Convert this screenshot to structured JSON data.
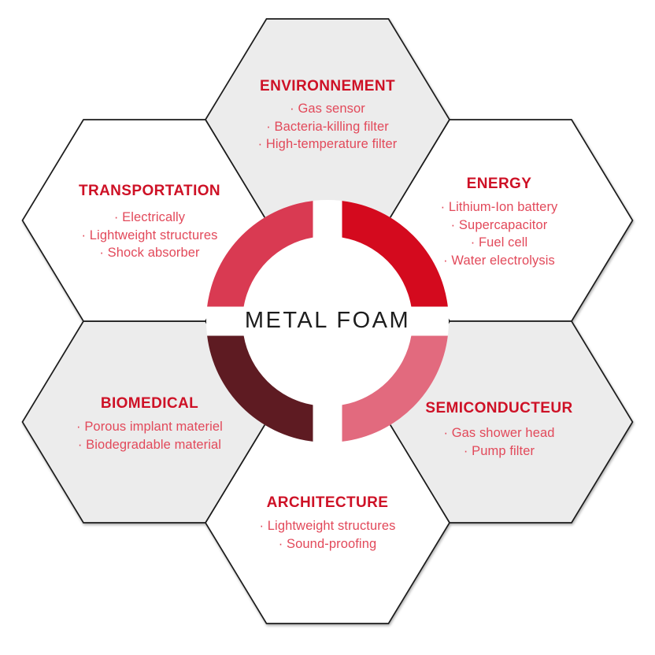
{
  "diagram_title": "Metal foam applications hex diagram",
  "center": {
    "label": "METAL FOAM",
    "text_color": "#1d1d1d"
  },
  "colors": {
    "title_red": "#ce1126",
    "item_red": "#e2495a",
    "hex_fill_gray": "#ececec",
    "hex_fill_plain": "#ffffff",
    "hex_stroke": "#1c1c1c"
  },
  "ring": {
    "segments": [
      {
        "name": "top-left",
        "color": "#d93a52"
      },
      {
        "name": "top-right",
        "color": "#d40a1e"
      },
      {
        "name": "bottom-right",
        "color": "#e26a7e"
      },
      {
        "name": "bottom-left",
        "color": "#5e1b22"
      }
    ],
    "gap_color": "#ffffff"
  },
  "sections": [
    {
      "id": "environnement",
      "title": "ENVIRONNEMENT",
      "items": [
        "· Gas sensor",
        "· Bacteria-killing filter",
        "· High-temperature filter"
      ]
    },
    {
      "id": "energy",
      "title": "ENERGY",
      "items": [
        "· Lithium-Ion battery",
        "· Supercapacitor",
        "· Fuel cell",
        "· Water electrolysis"
      ]
    },
    {
      "id": "semiconducteur",
      "title": "SEMICONDUCTEUR",
      "items": [
        "· Gas shower head",
        "· Pump filter"
      ]
    },
    {
      "id": "architecture",
      "title": "ARCHITECTURE",
      "items": [
        "· Lightweight structures",
        "· Sound-proofing"
      ]
    },
    {
      "id": "biomedical",
      "title": "BIOMEDICAL",
      "items": [
        "· Porous implant materiel",
        "· Biodegradable material"
      ]
    },
    {
      "id": "transportation",
      "title": "TRANSPORTATION",
      "items": [
        "· Electrically",
        "· Lightweight structures",
        "· Shock absorber"
      ]
    }
  ]
}
